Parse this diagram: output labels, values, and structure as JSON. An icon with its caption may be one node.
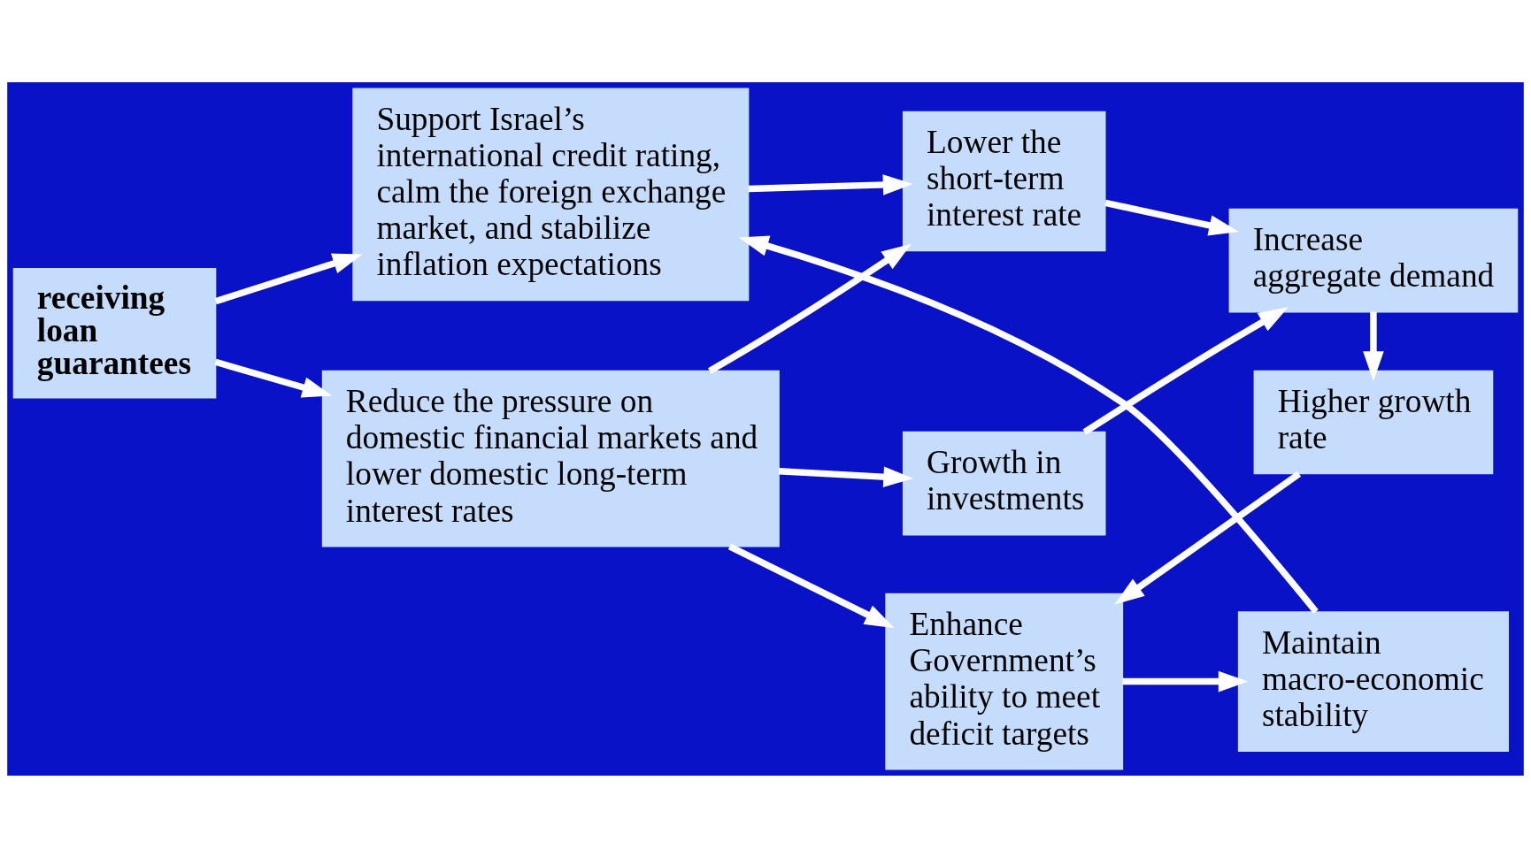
{
  "diagram": {
    "nodes": [
      {
        "text": [
          "Support Israel’s international credit rating, calm the foreign exchange market, and stabilize inflation expectations"
        ]
      },
      {
        "text": [
          "Lower the short-term interest rate"
        ]
      },
      {
        "text": [
          "Increase aggregate demand"
        ]
      },
      {
        "text": [
          "receiving loan guarantees"
        ]
      },
      {
        "text": [
          "Growth in investments"
        ]
      },
      {
        "text": [
          "Higher growth rate"
        ]
      },
      {
        "text": [
          "Reduce the pressure on domestic financial markets and lower domestic long-term interest rates"
        ]
      },
      {
        "text": [
          "Enhance Government’s ability to meet deficit targets"
        ]
      },
      {
        "text": [
          "Maintain macro-economic stability"
        ]
      }
    ],
    "edges": [
      {
        "from": 3,
        "to": 0,
        "arrow": "to"
      },
      {
        "from": 3,
        "to": 6,
        "arrow": "to"
      },
      {
        "from": 0,
        "to": 1,
        "arrow": "to"
      },
      {
        "from": 1,
        "to": 2,
        "arrow": "to"
      },
      {
        "from": 4,
        "to": 2,
        "arrow": "to"
      },
      {
        "from": 2,
        "to": 5,
        "arrow": "to"
      },
      {
        "from": 5,
        "to": 7,
        "arrow": "to"
      },
      {
        "from": 6,
        "to": 1,
        "arrow": "to"
      },
      {
        "from": 6,
        "to": 4,
        "arrow": "to"
      },
      {
        "from": 6,
        "to": 7,
        "arrow": "to"
      },
      {
        "from": 7,
        "to": 8,
        "arrow": "to"
      },
      {
        "from": 8,
        "to": 0,
        "arrow": "to"
      }
    ]
  }
}
